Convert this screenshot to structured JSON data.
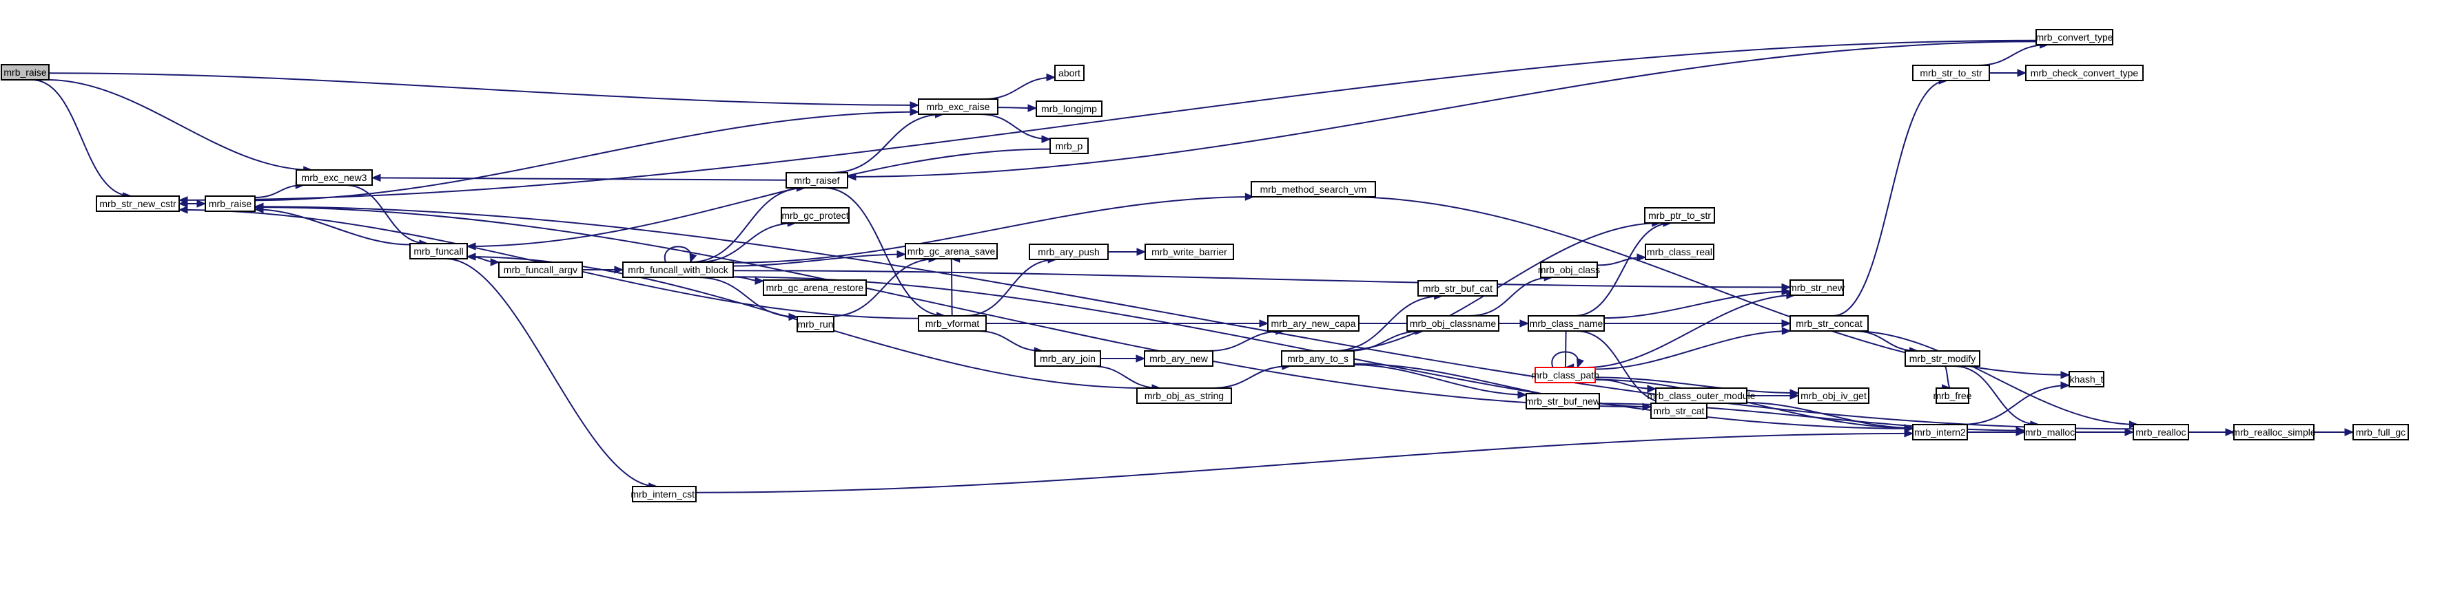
{
  "diagram": {
    "type": "call-graph",
    "colors": {
      "edge": "#191970",
      "node_border": "#000000",
      "root_fill": "#bfbfbf",
      "recursive_border": "#ff0000",
      "background": "#ffffff"
    },
    "nodes": [
      {
        "id": "mrb_raise_root",
        "label": "mrb_raise",
        "style": "root"
      },
      {
        "id": "mrb_str_new_cstr",
        "label": "mrb_str_new_cstr"
      },
      {
        "id": "mrb_raise",
        "label": "mrb_raise"
      },
      {
        "id": "mrb_exc_new3",
        "label": "mrb_exc_new3"
      },
      {
        "id": "mrb_funcall",
        "label": "mrb_funcall"
      },
      {
        "id": "mrb_funcall_argv",
        "label": "mrb_funcall_argv"
      },
      {
        "id": "mrb_funcall_with_block",
        "label": "mrb_funcall_with_block"
      },
      {
        "id": "mrb_intern_cstr",
        "label": "mrb_intern_cstr"
      },
      {
        "id": "mrb_raisef",
        "label": "mrb_raisef"
      },
      {
        "id": "mrb_gc_protect",
        "label": "mrb_gc_protect"
      },
      {
        "id": "mrb_gc_arena_save",
        "label": "mrb_gc_arena_save"
      },
      {
        "id": "mrb_gc_arena_restore",
        "label": "mrb_gc_arena_restore"
      },
      {
        "id": "mrb_run",
        "label": "mrb_run"
      },
      {
        "id": "mrb_exc_raise",
        "label": "mrb_exc_raise"
      },
      {
        "id": "abort",
        "label": "abort"
      },
      {
        "id": "mrb_longjmp",
        "label": "mrb_longjmp"
      },
      {
        "id": "mrb_p",
        "label": "mrb_p"
      },
      {
        "id": "mrb_vformat",
        "label": "mrb_vformat"
      },
      {
        "id": "mrb_ary_push",
        "label": "mrb_ary_push"
      },
      {
        "id": "mrb_write_barrier",
        "label": "mrb_write_barrier"
      },
      {
        "id": "mrb_ary_join",
        "label": "mrb_ary_join"
      },
      {
        "id": "mrb_ary_new",
        "label": "mrb_ary_new"
      },
      {
        "id": "mrb_obj_as_string",
        "label": "mrb_obj_as_string"
      },
      {
        "id": "mrb_ary_new_capa",
        "label": "mrb_ary_new_capa"
      },
      {
        "id": "mrb_method_search_vm",
        "label": "mrb_method_search_vm"
      },
      {
        "id": "mrb_any_to_s",
        "label": "mrb_any_to_s"
      },
      {
        "id": "mrb_str_buf_cat",
        "label": "mrb_str_buf_cat"
      },
      {
        "id": "mrb_obj_classname",
        "label": "mrb_obj_classname"
      },
      {
        "id": "mrb_str_buf_new",
        "label": "mrb_str_buf_new"
      },
      {
        "id": "mrb_obj_class",
        "label": "mrb_obj_class"
      },
      {
        "id": "mrb_class_real",
        "label": "mrb_class_real"
      },
      {
        "id": "mrb_class_name",
        "label": "mrb_class_name"
      },
      {
        "id": "mrb_ptr_to_str",
        "label": "mrb_ptr_to_str"
      },
      {
        "id": "mrb_str_new",
        "label": "mrb_str_new"
      },
      {
        "id": "mrb_class_path",
        "label": "mrb_class_path",
        "style": "recursive"
      },
      {
        "id": "mrb_class_outer_module",
        "label": "mrb_class_outer_module"
      },
      {
        "id": "mrb_str_cat",
        "label": "mrb_str_cat"
      },
      {
        "id": "mrb_obj_iv_get",
        "label": "mrb_obj_iv_get"
      },
      {
        "id": "mrb_intern2",
        "label": "mrb_intern2"
      },
      {
        "id": "mrb_str_concat",
        "label": "mrb_str_concat"
      },
      {
        "id": "mrb_str_modify",
        "label": "mrb_str_modify"
      },
      {
        "id": "mrb_free",
        "label": "mrb_free"
      },
      {
        "id": "mrb_malloc",
        "label": "mrb_malloc"
      },
      {
        "id": "mrb_str_to_str",
        "label": "mrb_str_to_str"
      },
      {
        "id": "mrb_convert_type",
        "label": "mrb_convert_type"
      },
      {
        "id": "mrb_check_convert_type",
        "label": "mrb_check_convert_type"
      },
      {
        "id": "khash_t",
        "label": "khash_t"
      },
      {
        "id": "mrb_realloc",
        "label": "mrb_realloc"
      },
      {
        "id": "mrb_realloc_simple",
        "label": "mrb_realloc_simple"
      },
      {
        "id": "mrb_full_gc",
        "label": "mrb_full_gc"
      }
    ],
    "edges": [
      [
        "mrb_raise_root",
        "mrb_str_new_cstr"
      ],
      [
        "mrb_raise_root",
        "mrb_exc_new3"
      ],
      [
        "mrb_raise_root",
        "mrb_exc_raise"
      ],
      [
        "mrb_raise",
        "mrb_str_new_cstr"
      ],
      [
        "mrb_str_new_cstr",
        "mrb_raise"
      ],
      [
        "mrb_raise",
        "mrb_exc_new3"
      ],
      [
        "mrb_raise",
        "mrb_exc_raise"
      ],
      [
        "mrb_exc_new3",
        "mrb_funcall"
      ],
      [
        "mrb_funcall",
        "mrb_raise"
      ],
      [
        "mrb_funcall",
        "mrb_funcall_argv"
      ],
      [
        "mrb_funcall",
        "mrb_intern_cstr"
      ],
      [
        "mrb_funcall_argv",
        "mrb_funcall_with_block"
      ],
      [
        "mrb_funcall_with_block",
        "mrb_funcall_with_block"
      ],
      [
        "mrb_funcall_with_block",
        "mrb_raisef"
      ],
      [
        "mrb_funcall_with_block",
        "mrb_gc_protect"
      ],
      [
        "mrb_funcall_with_block",
        "mrb_gc_arena_save"
      ],
      [
        "mrb_funcall_with_block",
        "mrb_gc_arena_restore"
      ],
      [
        "mrb_funcall_with_block",
        "mrb_run"
      ],
      [
        "mrb_funcall_with_block",
        "mrb_method_search_vm"
      ],
      [
        "mrb_funcall_with_block",
        "mrb_str_new"
      ],
      [
        "mrb_funcall_with_block",
        "mrb_intern2"
      ],
      [
        "mrb_run",
        "mrb_gc_arena_save"
      ],
      [
        "mrb_raisef",
        "mrb_exc_new3"
      ],
      [
        "mrb_raisef",
        "mrb_exc_raise"
      ],
      [
        "mrb_raisef",
        "mrb_vformat"
      ],
      [
        "mrb_exc_raise",
        "abort"
      ],
      [
        "mrb_exc_raise",
        "mrb_longjmp"
      ],
      [
        "mrb_exc_raise",
        "mrb_p"
      ],
      [
        "mrb_p",
        "mrb_funcall"
      ],
      [
        "mrb_vformat",
        "mrb_ary_push"
      ],
      [
        "mrb_vformat",
        "mrb_ary_new_capa"
      ],
      [
        "mrb_vformat",
        "mrb_ary_join"
      ],
      [
        "mrb_vformat",
        "mrb_gc_arena_save"
      ],
      [
        "mrb_vformat",
        "mrb_str_new_cstr"
      ],
      [
        "mrb_vformat",
        "mrb_str_concat"
      ],
      [
        "mrb_ary_push",
        "mrb_write_barrier"
      ],
      [
        "mrb_ary_join",
        "mrb_ary_new"
      ],
      [
        "mrb_ary_join",
        "mrb_obj_as_string"
      ],
      [
        "mrb_ary_new",
        "mrb_ary_new_capa"
      ],
      [
        "mrb_obj_as_string",
        "mrb_any_to_s"
      ],
      [
        "mrb_obj_as_string",
        "mrb_funcall"
      ],
      [
        "mrb_method_search_vm",
        "khash_t"
      ],
      [
        "mrb_any_to_s",
        "mrb_str_buf_cat"
      ],
      [
        "mrb_any_to_s",
        "mrb_obj_classname"
      ],
      [
        "mrb_any_to_s",
        "mrb_str_buf_new"
      ],
      [
        "mrb_any_to_s",
        "mrb_ptr_to_str"
      ],
      [
        "mrb_any_to_s",
        "mrb_str_cat"
      ],
      [
        "mrb_obj_classname",
        "mrb_obj_class"
      ],
      [
        "mrb_obj_classname",
        "mrb_class_name"
      ],
      [
        "mrb_obj_class",
        "mrb_class_real"
      ],
      [
        "mrb_class_name",
        "mrb_ptr_to_str"
      ],
      [
        "mrb_class_name",
        "mrb_str_new"
      ],
      [
        "mrb_class_name",
        "mrb_class_path"
      ],
      [
        "mrb_class_name",
        "mrb_str_concat"
      ],
      [
        "mrb_class_name",
        "mrb_str_cat"
      ],
      [
        "mrb_class_path",
        "mrb_class_path"
      ],
      [
        "mrb_class_path",
        "mrb_str_new"
      ],
      [
        "mrb_class_path",
        "mrb_str_concat"
      ],
      [
        "mrb_class_path",
        "mrb_class_outer_module"
      ],
      [
        "mrb_class_path",
        "mrb_obj_iv_get"
      ],
      [
        "mrb_class_path",
        "mrb_intern2"
      ],
      [
        "mrb_class_outer_module",
        "mrb_obj_iv_get"
      ],
      [
        "mrb_class_outer_module",
        "mrb_intern2"
      ],
      [
        "mrb_str_buf_new",
        "mrb_malloc"
      ],
      [
        "mrb_str_cat",
        "mrb_raise"
      ],
      [
        "mrb_intern_cstr",
        "mrb_intern2"
      ],
      [
        "mrb_intern2",
        "mrb_malloc"
      ],
      [
        "mrb_intern2",
        "khash_t"
      ],
      [
        "mrb_str_concat",
        "mrb_str_to_str"
      ],
      [
        "mrb_str_concat",
        "mrb_str_modify"
      ],
      [
        "mrb_str_concat",
        "mrb_realloc"
      ],
      [
        "mrb_str_modify",
        "mrb_free"
      ],
      [
        "mrb_str_modify",
        "mrb_malloc"
      ],
      [
        "mrb_str_to_str",
        "mrb_convert_type"
      ],
      [
        "mrb_str_to_str",
        "mrb_check_convert_type"
      ],
      [
        "mrb_convert_type",
        "mrb_str_new_cstr"
      ],
      [
        "mrb_convert_type",
        "mrb_raisef"
      ],
      [
        "mrb_malloc",
        "mrb_realloc"
      ],
      [
        "mrb_realloc",
        "mrb_realloc_simple"
      ],
      [
        "mrb_realloc",
        "mrb_raise"
      ],
      [
        "mrb_realloc_simple",
        "mrb_full_gc"
      ]
    ]
  }
}
